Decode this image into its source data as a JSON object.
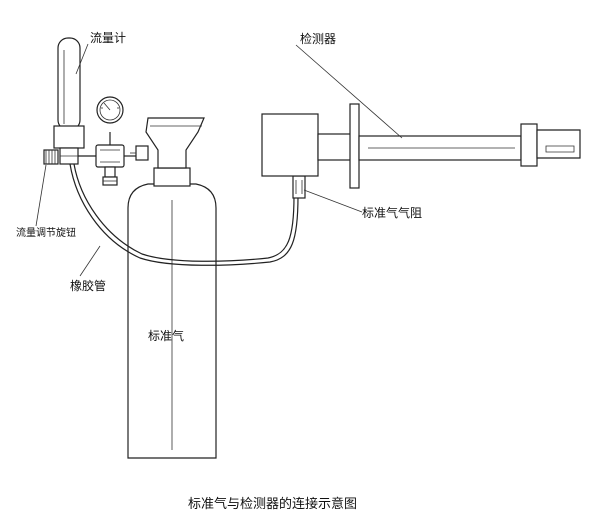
{
  "labels": {
    "flowmeter": "流量计",
    "detector": "检测器",
    "flow_knob": "流量调节旋钮",
    "restrictor": "标准气气阻",
    "hose": "橡胶管",
    "cylinder": "标准气"
  },
  "caption": "标准气与检测器的连接示意图"
}
